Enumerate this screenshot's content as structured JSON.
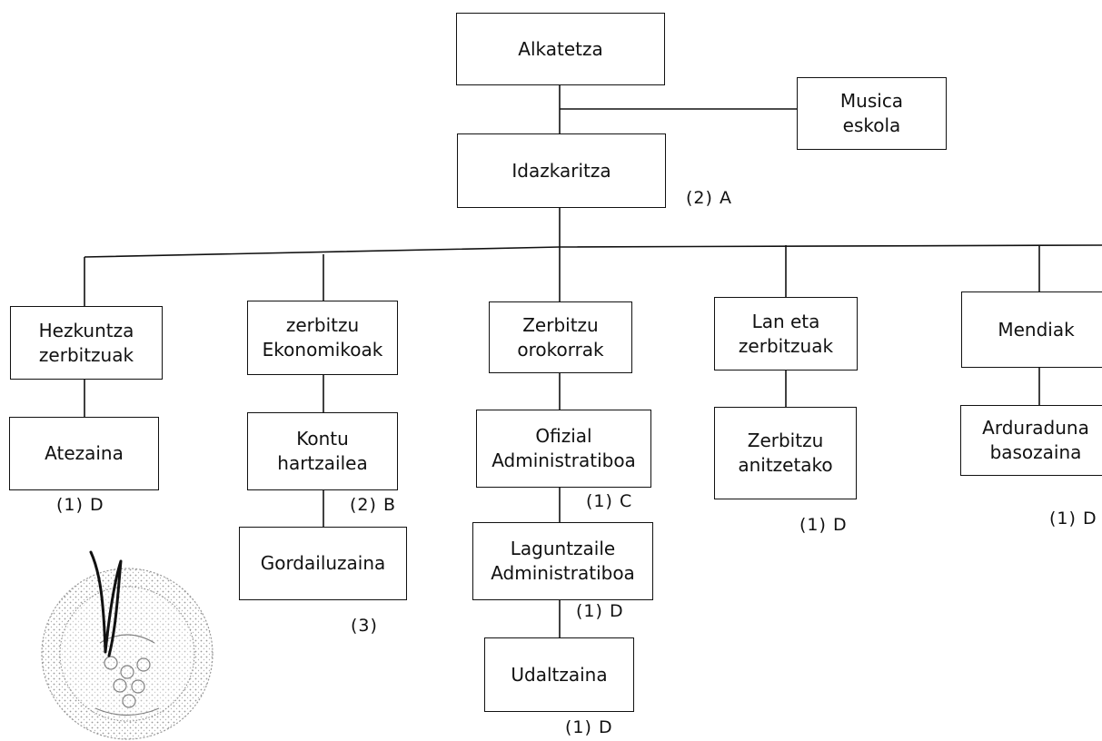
{
  "colors": {
    "ink": "#111111",
    "background": "#ffffff"
  },
  "nodes": {
    "alkatetza": "Alkatetza",
    "musica_eskola": "Musica\neskola",
    "idazkaritza": "Idazkaritza",
    "hezkuntza": "Hezkuntza\nzerbitzuak",
    "ekonomikoak": "zerbitzu\nEkonomikoak",
    "orokorrak": "Zerbitzu\norokorrak",
    "lan_eta": "Lan eta\nzerbitzuak",
    "mendiak": "Mendiak",
    "atezaina": "Atezaina",
    "kontu": "Kontu\nhartzailea",
    "gordailuzaina": "Gordailuzaina",
    "ofizial": "Ofizial\nAdministratiboa",
    "laguntzaile": "Laguntzaile\nAdministratiboa",
    "udaltzaina": "Udaltzaina",
    "anitzetako": "Zerbitzu\nanitzetako",
    "arduraduna": "Arduraduna\nbasozaina"
  },
  "notes": {
    "idazkaritza": "(2) A",
    "atezaina": "(1) D",
    "kontu": "(2) B",
    "gordailuzaina": "(3)",
    "ofizial": "(1) C",
    "laguntzaile": "(1) D",
    "udaltzaina": "(1) D",
    "anitzetako": "(1) D",
    "arduraduna": "(1) D"
  },
  "seal": {
    "type": "municipal-stamp-with-signature"
  }
}
